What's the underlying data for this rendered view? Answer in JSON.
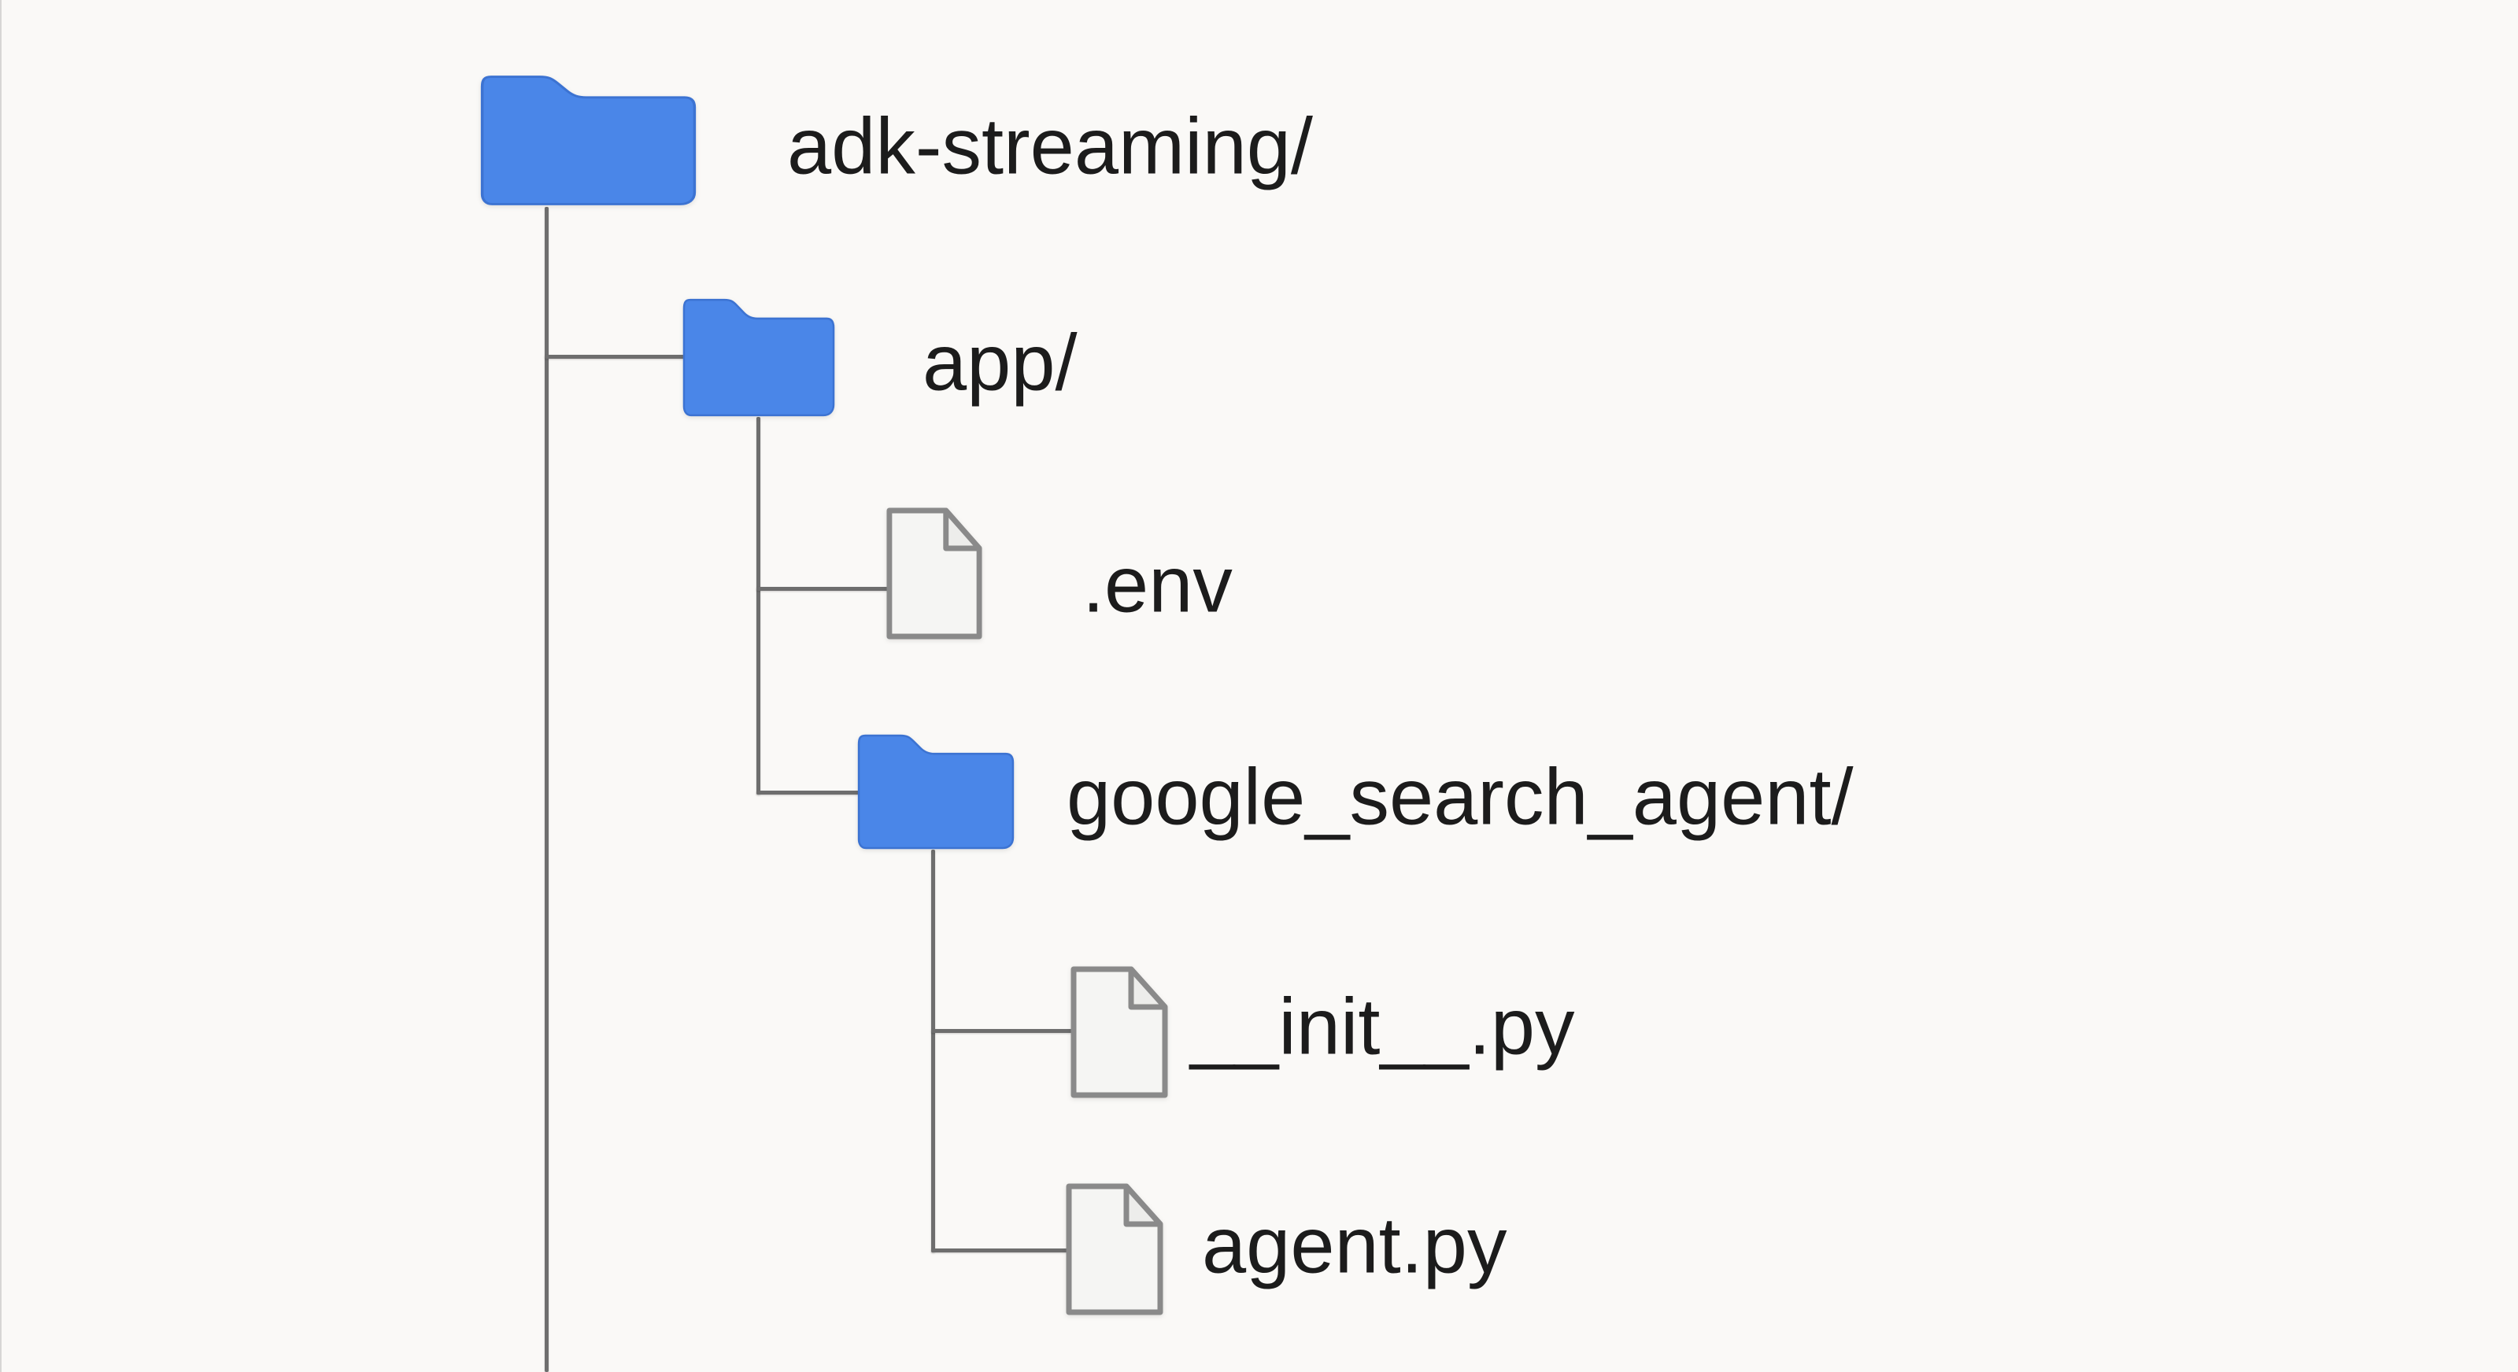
{
  "diagram": {
    "kind": "file-tree",
    "nodes": {
      "adk_streaming": {
        "label": "adk-streaming/",
        "type": "folder",
        "parent": null
      },
      "app": {
        "label": "app/",
        "type": "folder",
        "parent": "adk_streaming"
      },
      "env": {
        "label": ".env",
        "type": "file",
        "parent": "app"
      },
      "google_search_agent": {
        "label": "google_search_agent/",
        "type": "folder",
        "parent": "app"
      },
      "init_py": {
        "label": "__init__.py",
        "type": "file",
        "parent": "google_search_agent"
      },
      "agent_py": {
        "label": "agent.py",
        "type": "file",
        "parent": "google_search_agent"
      }
    },
    "colors": {
      "background": "#faf9f7",
      "folder_fill": "#4a86e8",
      "folder_edge": "#3c73d2",
      "file_fill": "#f5f5f3",
      "file_fold": "#ededeb",
      "file_edge": "#8a8a8a",
      "connector": "#6e6e6e",
      "label_text": "#1c1c1c"
    }
  }
}
